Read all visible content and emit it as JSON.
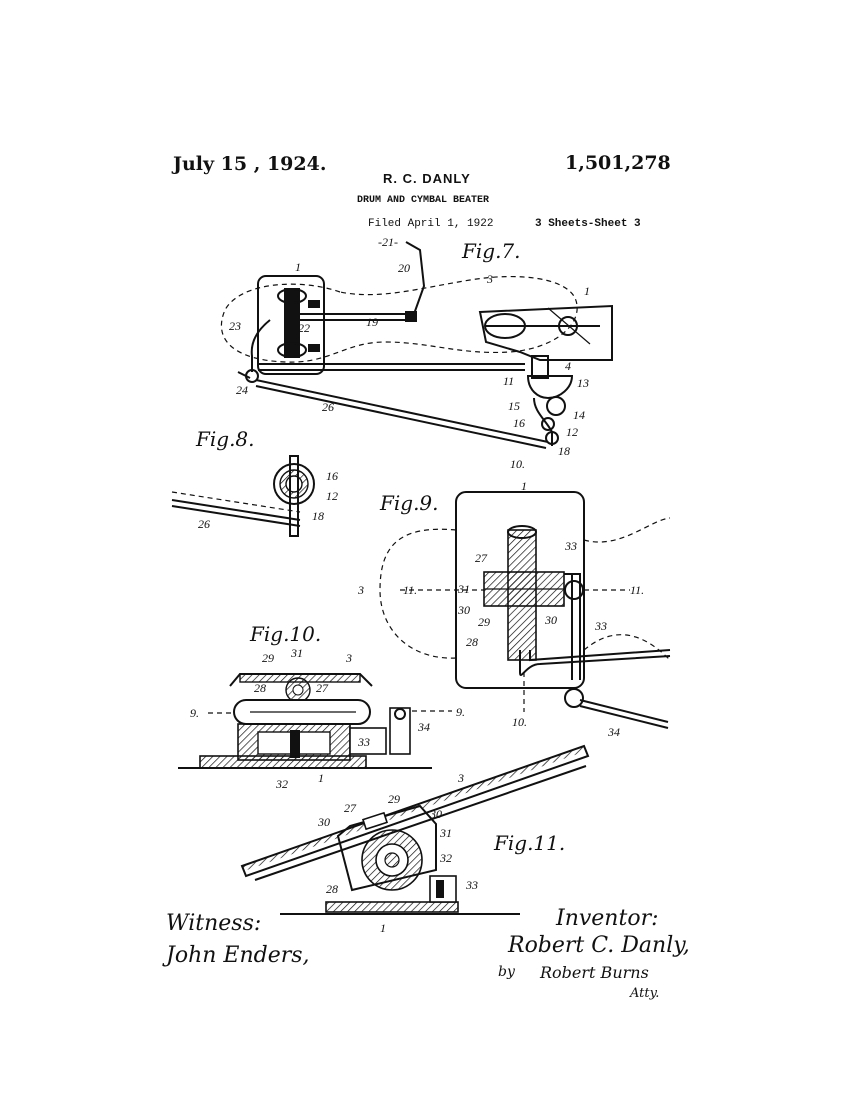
{
  "header": {
    "date": "July 15 , 1924.",
    "patent_number": "1,501,278",
    "inventor_name": "R. C. DANLY",
    "title": "DRUM AND CYMBAL BEATER",
    "filed": "Filed April 1, 1922",
    "sheets": "3 Sheets-Sheet 3"
  },
  "figures": {
    "fig7": "Fig.7.",
    "fig8": "Fig.8.",
    "fig9": "Fig.9.",
    "fig10": "Fig.10.",
    "fig11": "Fig.11."
  },
  "reference_numerals": {
    "fig7": [
      "-21-",
      "20",
      "3",
      "1",
      "1",
      "22",
      "19",
      "23",
      "24",
      "26",
      "4",
      "11",
      "13",
      "15",
      "14",
      "16",
      "12",
      "18"
    ],
    "fig8": [
      "16",
      "12",
      "18",
      "26"
    ],
    "fig9": [
      "10.",
      "1",
      "27",
      "33",
      "3",
      "11.",
      "31",
      "11.",
      "30",
      "29",
      "30",
      "33",
      "28",
      "10.",
      "34"
    ],
    "fig10": [
      "29",
      "31",
      "3",
      "28",
      "27",
      "9.",
      "9.",
      "34",
      "33",
      "32",
      "1"
    ],
    "fig11": [
      "3",
      "27",
      "29",
      "30",
      "30",
      "31",
      "32",
      "28",
      "33",
      "1"
    ]
  },
  "signatures": {
    "witness_label": "Witness:",
    "witness_name": "John Enders,",
    "inventor_label": "Inventor:",
    "inventor_name": "Robert C. Danly,",
    "by": "by",
    "attorney_name": "Robert Burns",
    "attorney_suffix": "Atty."
  }
}
